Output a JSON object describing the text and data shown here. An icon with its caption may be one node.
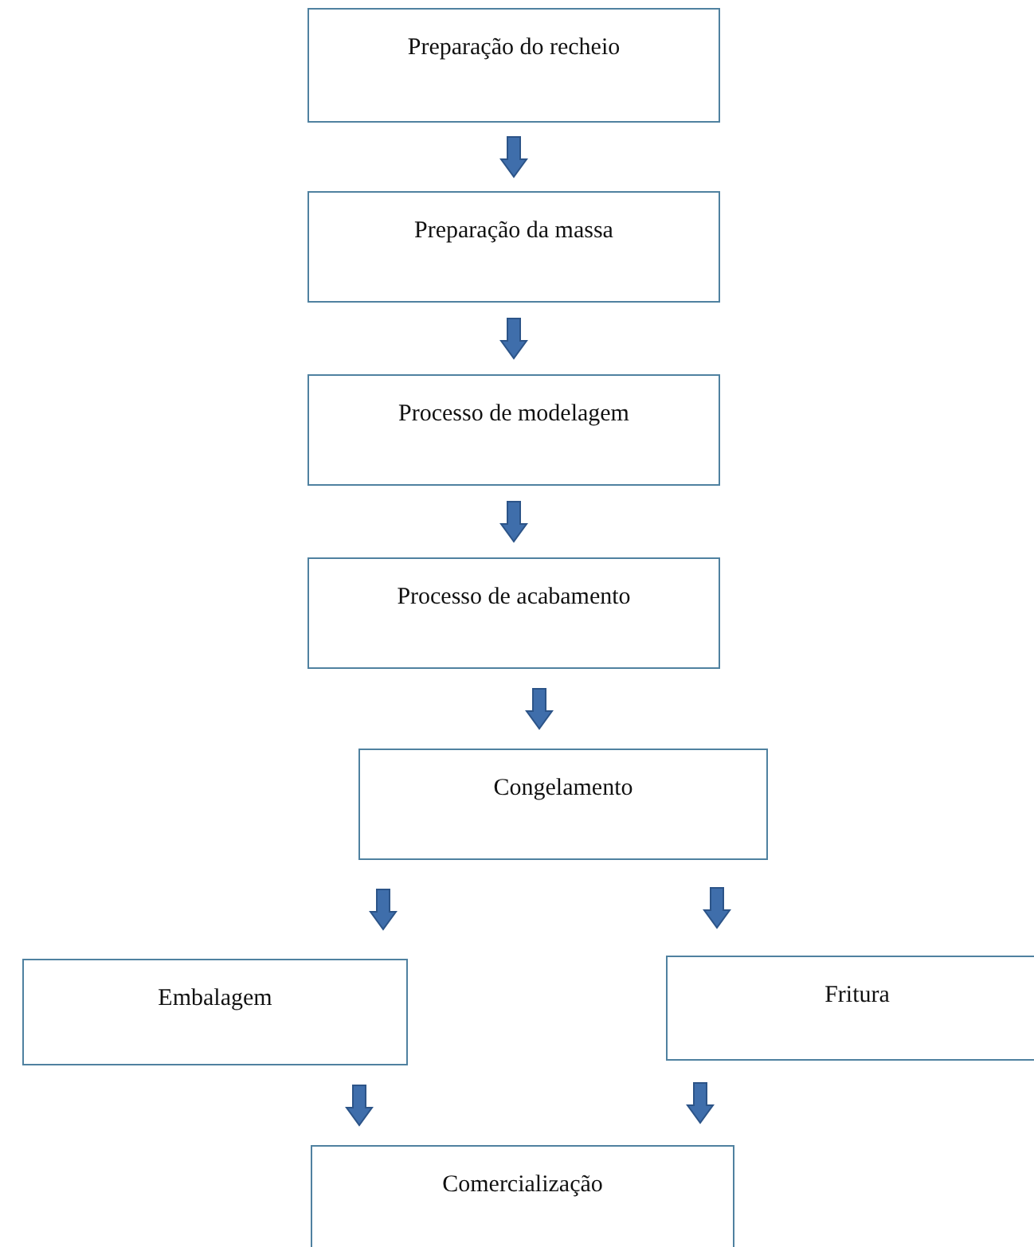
{
  "diagram": {
    "nodes": [
      {
        "text": [
          "Preparação do recheio"
        ]
      },
      {
        "text": [
          "Preparação da massa"
        ]
      },
      {
        "text": [
          "Processo de modelagem"
        ]
      },
      {
        "text": [
          "Processo de acabamento"
        ]
      },
      {
        "text": [
          "Congelamento"
        ]
      },
      {
        "text": [
          "Embalagem"
        ]
      },
      {
        "text": [
          "Fritura"
        ]
      },
      {
        "text": [
          "Comercialização"
        ]
      }
    ],
    "edges": [
      {
        "from": 0,
        "to": 1,
        "arrow": "to"
      },
      {
        "from": 1,
        "to": 2,
        "arrow": "to"
      },
      {
        "from": 2,
        "to": 3,
        "arrow": "to"
      },
      {
        "from": 3,
        "to": 4,
        "arrow": "to"
      },
      {
        "from": 4,
        "to": 5,
        "arrow": "to"
      },
      {
        "from": 4,
        "to": 6,
        "arrow": "to"
      },
      {
        "from": 5,
        "to": 7,
        "arrow": "to"
      },
      {
        "from": 6,
        "to": 7,
        "arrow": "to"
      }
    ]
  }
}
